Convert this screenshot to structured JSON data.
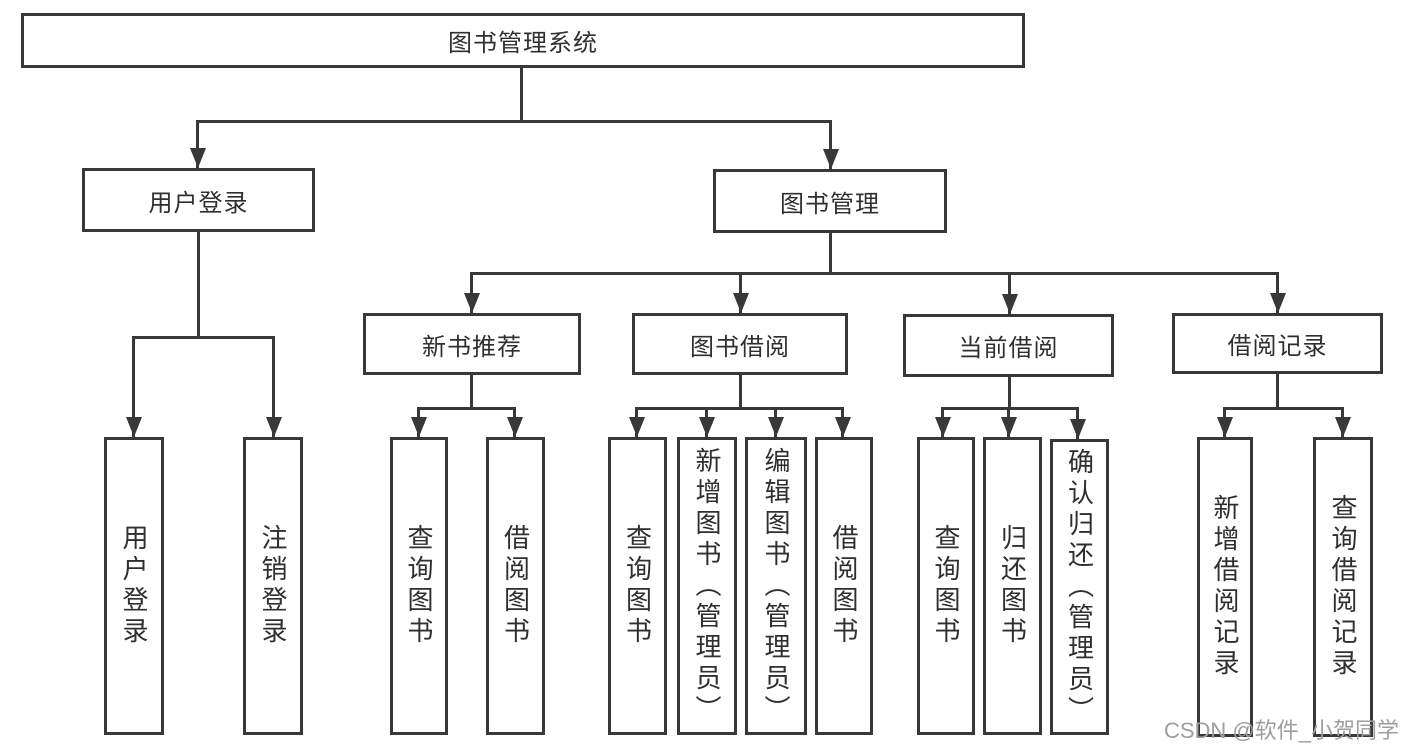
{
  "diagram": {
    "type": "tree",
    "root": {
      "label": "图书管理系统"
    },
    "branches": [
      {
        "label": "用户登录",
        "children": [
          {
            "label": "用户登录"
          },
          {
            "label": "注销登录"
          }
        ]
      },
      {
        "label": "图书管理",
        "children": [
          {
            "label": "新书推荐",
            "children": [
              {
                "label": "查询图书"
              },
              {
                "label": "借阅图书"
              }
            ]
          },
          {
            "label": "图书借阅",
            "children": [
              {
                "label": "查询图书"
              },
              {
                "label": "新增图书（管理员）"
              },
              {
                "label": "编辑图书（管理员）"
              },
              {
                "label": "借阅图书"
              }
            ]
          },
          {
            "label": "当前借阅",
            "children": [
              {
                "label": "查询图书"
              },
              {
                "label": "归还图书"
              },
              {
                "label": "确认归还（管理员）"
              }
            ]
          },
          {
            "label": "借阅记录",
            "children": [
              {
                "label": "新增借阅记录"
              },
              {
                "label": "查询借阅记录"
              }
            ]
          }
        ]
      }
    ]
  },
  "watermark": {
    "text": "CSDN @软件_小贺同学"
  },
  "colors": {
    "line": "#383838",
    "text": "#2f2f2f",
    "background": "#ffffff",
    "watermark": "#9e9e9e"
  }
}
